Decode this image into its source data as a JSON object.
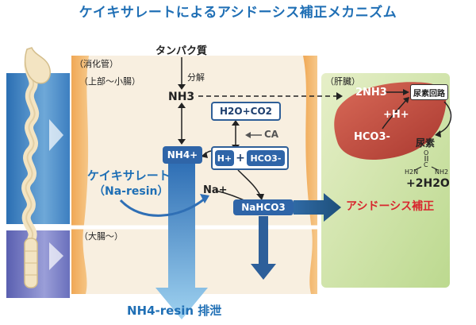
{
  "title": "ケイキサレートによるアシドーシス補正メカニズム",
  "sections": {
    "digestive": "（消化管）",
    "upper": "（上部～小腸）",
    "large": "（大腸～）",
    "liver": "（肝臓）"
  },
  "labels": {
    "protein": "タンパク質",
    "decompose": "分解",
    "nh3": "NH3",
    "h2o_co2": "H2O+CO2",
    "ca": "CA",
    "nh4": "NH4+",
    "h": "H+",
    "plus": "+",
    "hco3": "HCO3-",
    "drug_name": "ケイキサレート",
    "drug_sub": "（Na-resin）",
    "na": "Na+",
    "nahco3": "NaHCO3",
    "correction": "アシドーシス補正",
    "excretion": "NH4-resin 排泄"
  },
  "liver": {
    "nh3": "2NH3",
    "urea_cycle": "尿素回路",
    "h": "+H+",
    "hco3": "HCO3-",
    "urea": "尿素",
    "o": "O",
    "c": "C",
    "h2n": "H2N",
    "nh2": "NH2",
    "water": "+2H2O"
  },
  "colors": {
    "title": "#1f6fb5",
    "correction": "#d8262e",
    "liver": "#c34a3e",
    "box_dark": "#2f65a8",
    "cream": "#f8efe0",
    "green": "#cfe3a5"
  }
}
